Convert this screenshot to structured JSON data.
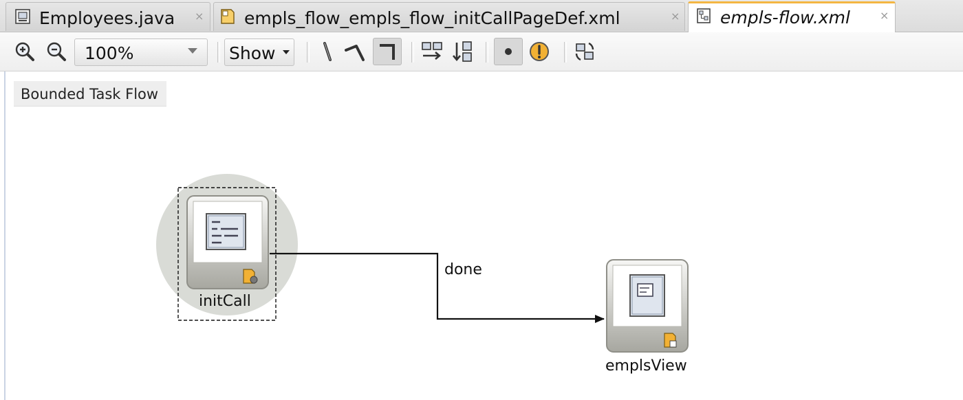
{
  "tabs": [
    {
      "label": "Employees.java",
      "icon": "java-file-icon",
      "active": false
    },
    {
      "label": "empls_flow_empls_flow_initCallPageDef.xml",
      "icon": "page-def-icon",
      "active": false
    },
    {
      "label": "empls-flow.xml",
      "icon": "task-flow-file-icon",
      "active": true
    }
  ],
  "tab_close_glyph": "×",
  "toolbar": {
    "zoom_value": "100%",
    "show_label": "Show",
    "icons": [
      "zoom-in-icon",
      "zoom-out-icon",
      "straight-line-icon",
      "oblique-line-icon",
      "orthogonal-line-icon",
      "layout-horizontal-icon",
      "layout-vertical-icon",
      "default-activity-icon",
      "exception-handler-icon",
      "refresh-icon"
    ]
  },
  "canvas": {
    "flow_type": "Bounded Task Flow",
    "nodes": [
      {
        "label": "initCall",
        "type": "method-call",
        "is_default_activity": true,
        "selected": true
      },
      {
        "label": "emplsView",
        "type": "view"
      }
    ],
    "edges": [
      {
        "from": "initCall",
        "to": "emplsView",
        "label": "done"
      }
    ]
  },
  "colors": {
    "active_tab_accent": "#f4b642",
    "node_frame": "#9a9a92",
    "default_activity_halo": "#d9dbd6"
  }
}
